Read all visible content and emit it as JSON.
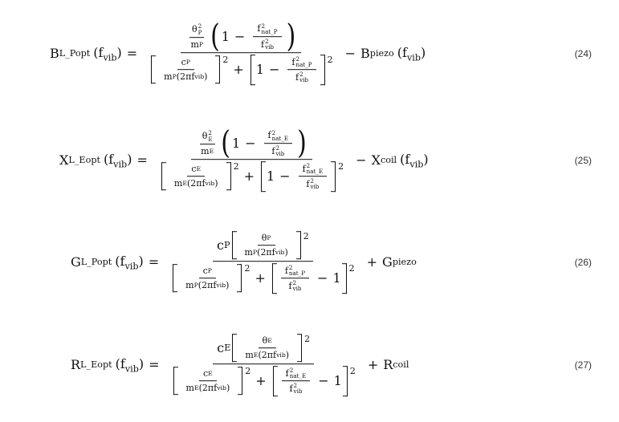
{
  "symbols": {
    "f": "f",
    "vib": "vib",
    "eq": "=",
    "minus": "−",
    "plus": "+",
    "one": "1",
    "two": "2",
    "m": "m",
    "c": "c",
    "theta": "θ",
    "twopi": "2π",
    "lp": "(",
    "rp": ")"
  },
  "equations": [
    {
      "number": "(24)",
      "sym": "B",
      "sub": "L_Popt",
      "k": "P",
      "nat": "nat_P",
      "tail": "B",
      "tailsub": "piezo",
      "form": "susceptance"
    },
    {
      "number": "(25)",
      "sym": "X",
      "sub": "L_Eopt",
      "k": "E",
      "nat": "nat_E",
      "tail": "X",
      "tailsub": "coil",
      "form": "susceptance"
    },
    {
      "number": "(26)",
      "sym": "G",
      "sub": "L_Popt",
      "k": "P",
      "nat": "nat_P",
      "tail": "G",
      "tailsub": "piezo",
      "form": "conductance"
    },
    {
      "number": "(27)",
      "sym": "R",
      "sub": "L_Eopt",
      "k": "E",
      "nat": "nat_E",
      "tail": "R",
      "tailsub": "coil",
      "form": "conductance"
    }
  ]
}
